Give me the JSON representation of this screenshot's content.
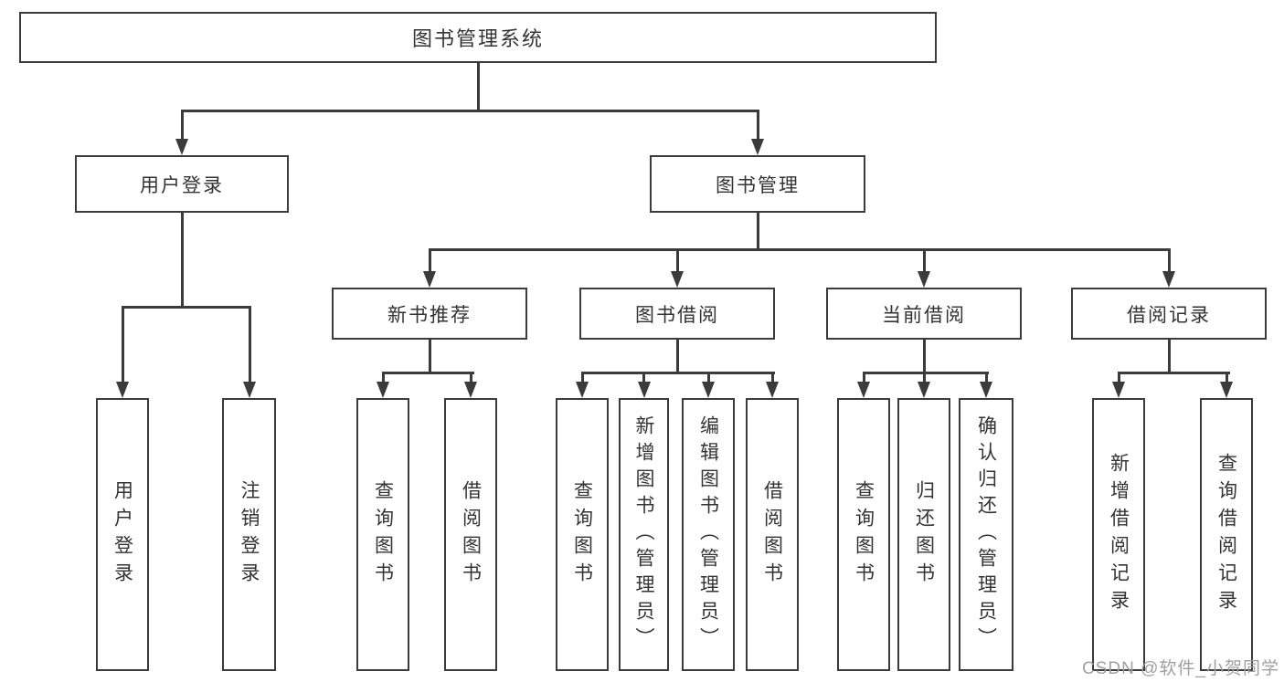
{
  "tree": {
    "root": "图书管理系统",
    "children": [
      {
        "label": "用户登录",
        "children": [
          "用户登录",
          "注销登录"
        ]
      },
      {
        "label": "图书管理",
        "children": [
          {
            "label": "新书推荐",
            "children": [
              "查询图书",
              "借阅图书"
            ]
          },
          {
            "label": "图书借阅",
            "children": [
              "查询图书",
              "新增图书（管理员）",
              "编辑图书（管理员）",
              "借阅图书"
            ]
          },
          {
            "label": "当前借阅",
            "children": [
              "查询图书",
              "归还图书",
              "确认归还（管理员）"
            ]
          },
          {
            "label": "借阅记录",
            "children": [
              "新增借阅记录",
              "查询借阅记录"
            ]
          }
        ]
      }
    ]
  },
  "watermark": "CSDN @软件_小贺同学",
  "colors": {
    "line": "#3b3b3b",
    "text": "#333333",
    "watermark": "#a0a0a0",
    "background": "#ffffff"
  }
}
